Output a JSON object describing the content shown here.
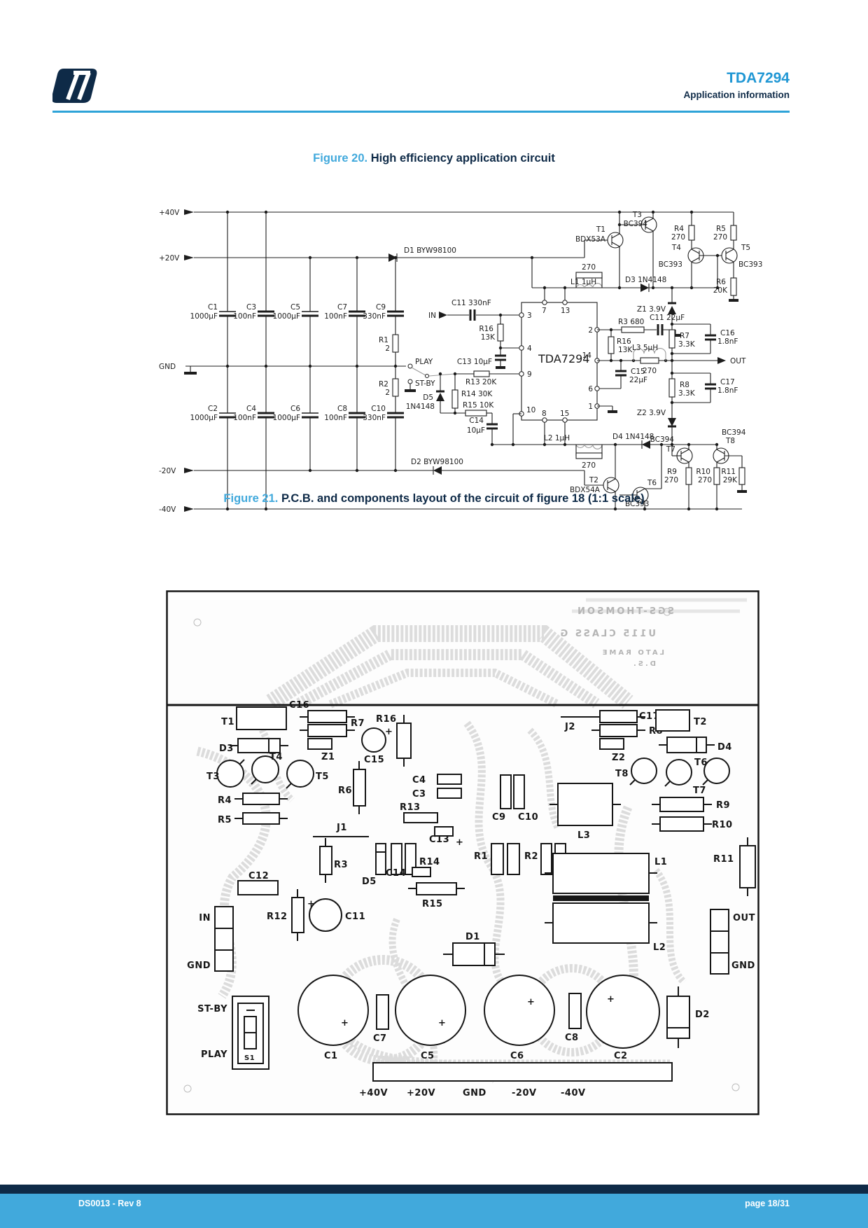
{
  "header": {
    "product": "TDA7294",
    "subtitle": "Application information"
  },
  "fig20": {
    "label": "Figure 20.",
    "title": "High efficiency application circuit"
  },
  "fig21": {
    "label": "Figure 21.",
    "title": "P.C.B. and components layout of the circuit of figure 18 (1:1 scale)"
  },
  "footer": {
    "left": "DS0013 - Rev 8",
    "right": "page 18/31"
  },
  "colors": {
    "accent_blue": "#41a9dc",
    "navy": "#0e2a47"
  },
  "s": {
    "p40": "+40V",
    "p20": "+20V",
    "gnd": "GND",
    "m20": "-20V",
    "m40": "-40V",
    "in": "IN",
    "out": "OUT",
    "play": "PLAY",
    "stby": "ST-BY",
    "c1": "C1",
    "c1v": "1000µF",
    "c2": "C2",
    "c2v": "1000µF",
    "c3": "C3",
    "c3v": "100nF",
    "c4": "C4",
    "c4v": "100nF",
    "c5": "C5",
    "c5v": "1000µF",
    "c6": "C6",
    "c6v": "1000µF",
    "c7": "C7",
    "c7v": "100nF",
    "c8": "C8",
    "c8v": "100nF",
    "c9": "C9",
    "c9v": "330nF",
    "c10": "C10",
    "c10v": "330nF",
    "r1": "R1",
    "r1v": "2",
    "r2": "R2",
    "r2v": "2",
    "d1": "D1 BYW98100",
    "d2": "D2 BYW98100",
    "d3": "D3 1N4148",
    "d4": "D4 1N4148",
    "d5": "D5",
    "d5v": "1N4148",
    "c11a": "C11 330nF",
    "r16a": "R16",
    "r16av": "13K",
    "c13": "C13 10µF",
    "r13": "R13 20K",
    "r14": "R14 30K",
    "r15": "R15 10K",
    "c14": "C14",
    "c14v": "10µF",
    "ic": "TDA7294",
    "pin1": "1",
    "pin2": "2",
    "pin3": "3",
    "pin4": "4",
    "pin6": "6",
    "pin7": "7",
    "pin8": "8",
    "pin9": "9",
    "pin10": "10",
    "pin13": "13",
    "pin14": "14",
    "pin15": "15",
    "t1": "T1",
    "t1v": "BDX53A",
    "t2": "T2",
    "t2v": "BDX54A",
    "t3": "T3",
    "t3v": "BC394",
    "t4": "T4",
    "t4v": "BC393",
    "t5": "T5",
    "t5v": "BC393",
    "t6": "T6",
    "t6v": "BC393",
    "t7": "T7",
    "t7v": "BC394",
    "t8": "T8",
    "t8v": "BC394",
    "r4": "R4",
    "r4v": "270",
    "r5": "R5",
    "r5v": "270",
    "r6": "R6",
    "r6v": "20K",
    "r9": "R9",
    "r9v": "270",
    "r10": "R10",
    "r10v": "270",
    "r11": "R11",
    "r11v": "29K",
    "r270a": "270",
    "l1": "L1 1µH",
    "z1": "Z1 3.9V",
    "r270b": "270",
    "l2": "L2 1µH",
    "z2": "Z2 3.9V",
    "r3": "R3 680",
    "c11b": "C11 22µF",
    "r16b": "R16",
    "r16bv": "13K",
    "l3": "L3 5µH",
    "r270c": "270",
    "c15": "C15",
    "c15v": "22µF",
    "r7": "R7",
    "r7v": "3.3K",
    "c16": "C16",
    "c16v": "1.8nF",
    "r8": "R8",
    "r8v": "3.3K",
    "c17": "C17",
    "c17v": "1.8nF"
  },
  "p": {
    "mirror1": "SGS-THOMSON",
    "mirror2": "U115 CLASS G",
    "mirror3": "LATO RAME",
    "mirror4": "D.S.",
    "plus": "+",
    "t1": "T1",
    "c16": "C16",
    "r7": "R7",
    "r16": "R16",
    "c15": "C15",
    "d3": "D3",
    "z1": "Z1",
    "t3": "T3",
    "t4": "T4",
    "t5": "T5",
    "r4": "R4",
    "r5": "R5",
    "r6": "R6",
    "j1": "J1",
    "c4": "C4",
    "c3": "C3",
    "r13": "R13",
    "c13": "C13",
    "r14": "R14",
    "c14": "C14",
    "r15": "R15",
    "d5": "D5",
    "r3": "R3",
    "c12": "C12",
    "r12": "R12",
    "c11": "C11",
    "r1": "R1",
    "r2": "R2",
    "c9": "C9",
    "c10": "C10",
    "l3": "L3",
    "l1": "L1",
    "l2": "L2",
    "d1": "D1",
    "j2": "J2",
    "c17": "C17",
    "r8": "R8",
    "z2": "Z2",
    "t2": "T2",
    "d4": "D4",
    "t8": "T8",
    "t7": "T7",
    "t6": "T6",
    "r9": "R9",
    "r10": "R10",
    "r11": "R11",
    "in": "IN",
    "gnd_l": "GND",
    "stby": "ST-BY",
    "play": "PLAY",
    "s1": "S1",
    "c1": "C1",
    "c7": "C7",
    "c5": "C5",
    "c6": "C6",
    "c8": "C8",
    "c2": "C2",
    "d2": "D2",
    "out": "OUT",
    "gnd_r": "GND",
    "v1": "+40V",
    "v2": "+20V",
    "v3": "GND",
    "v4": "-20V",
    "v5": "-40V"
  }
}
